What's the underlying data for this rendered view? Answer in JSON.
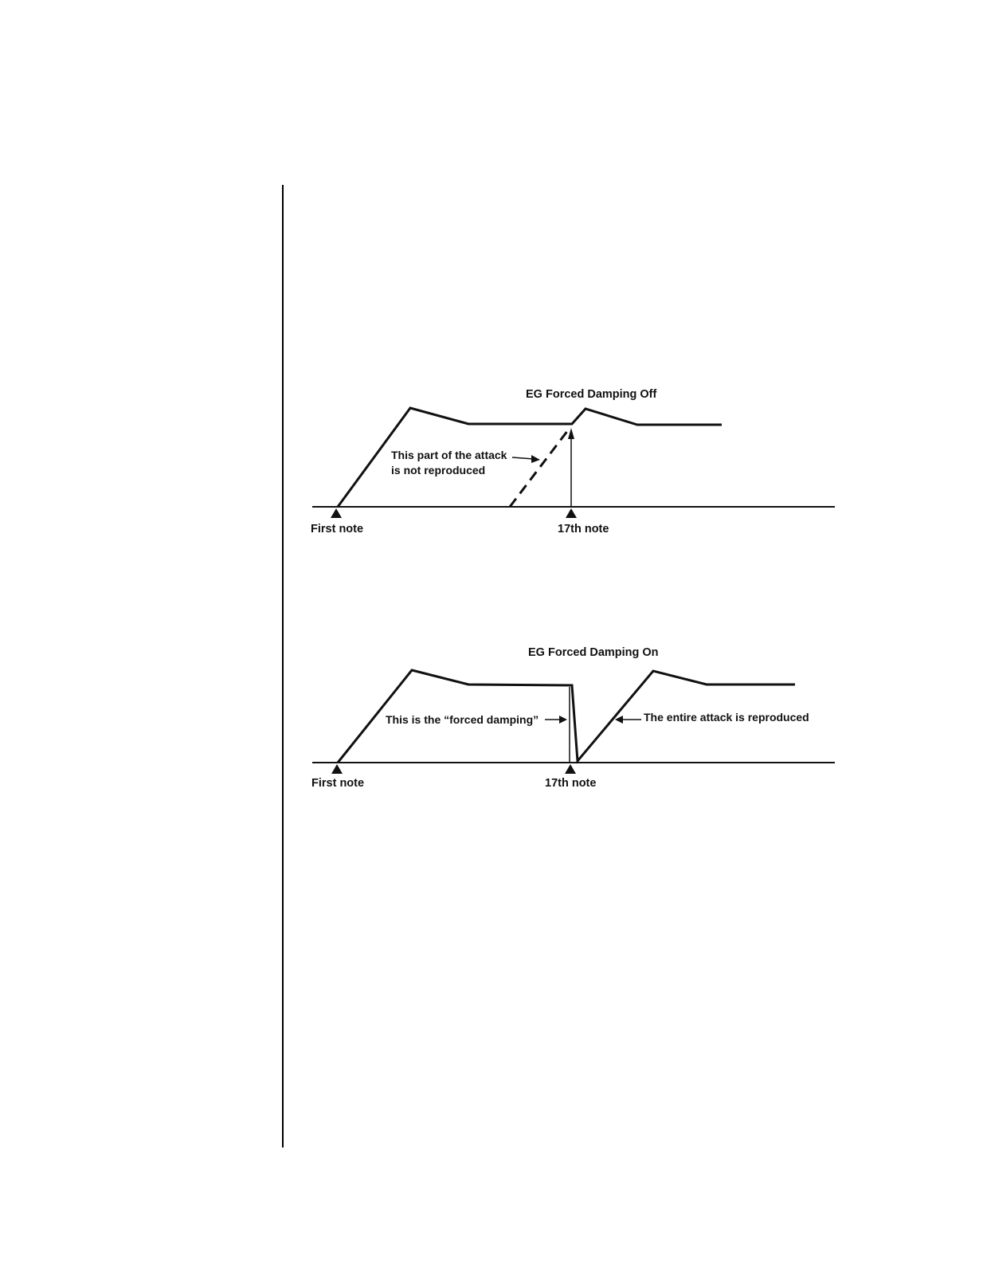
{
  "diagrams": {
    "off": {
      "title": "EG Forced Damping Off",
      "first_note_label": "First note",
      "seventeenth_note_label": "17th note",
      "annotation_line1": "This part of the attack",
      "annotation_line2": "is not reproduced"
    },
    "on": {
      "title": "EG Forced Damping On",
      "first_note_label": "First note",
      "seventeenth_note_label": "17th note",
      "annotation_damping": "This is the “forced damping”",
      "annotation_attack": "The entire attack is reproduced"
    }
  },
  "colors": {
    "ink": "#111111",
    "margin_rule": "#000000"
  }
}
